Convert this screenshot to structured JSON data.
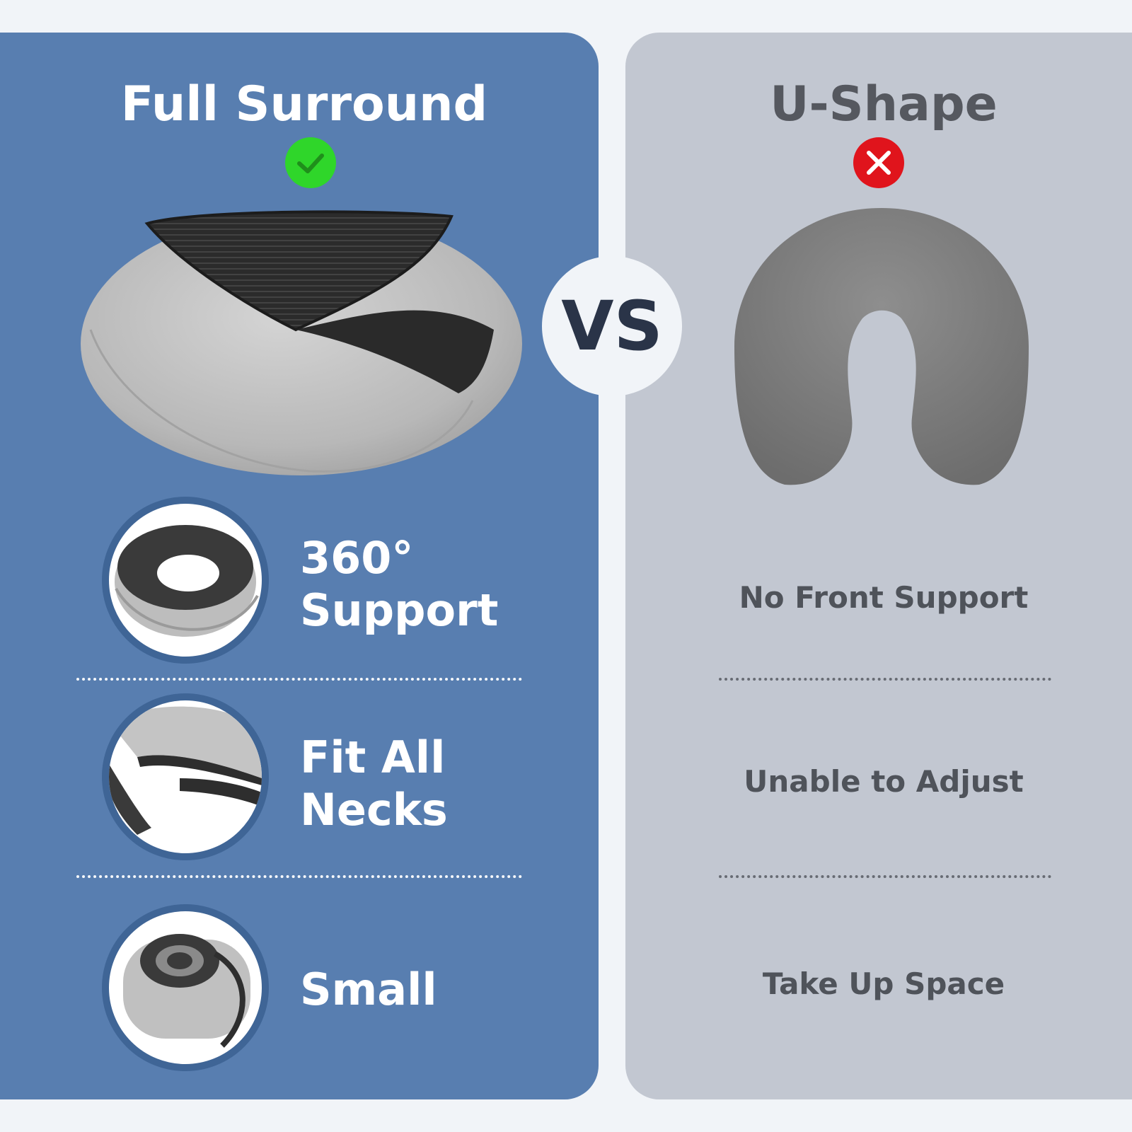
{
  "left": {
    "title": "Full Surround",
    "badge_icon": "check-icon",
    "badge_color": "#2fd62a",
    "features": [
      {
        "line1": "360°",
        "line2": "Support"
      },
      {
        "line1": "Fit All",
        "line2": "Necks"
      },
      {
        "line1": "Small",
        "line2": ""
      }
    ]
  },
  "vs": "VS",
  "right": {
    "title": "U-Shape",
    "badge_icon": "close-icon",
    "badge_color": "#e0141c",
    "features": [
      "No Front Support",
      "Unable to Adjust",
      "Take Up Space"
    ]
  },
  "colors": {
    "left_panel": "#587eb0",
    "right_panel": "#c2c7d1",
    "background": "#f1f4f8",
    "vs_text": "#2a3448"
  }
}
